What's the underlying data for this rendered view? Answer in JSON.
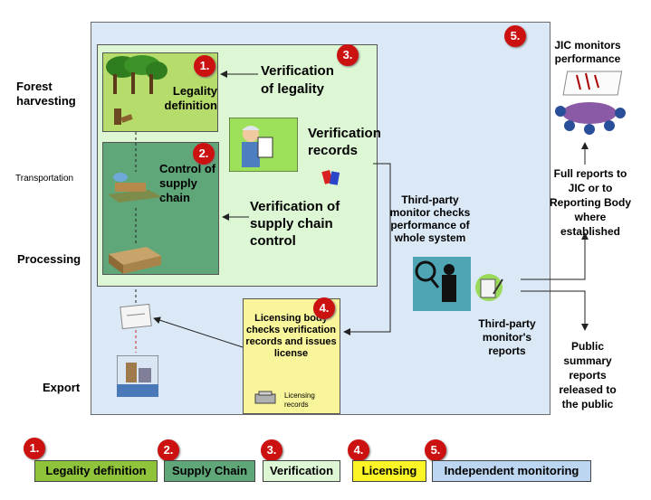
{
  "colors": {
    "monitoring": "#dbe9f7",
    "verification": "#ddf7d4",
    "legality": "#b6dc6b",
    "supply_chain": "#5fa678",
    "licensing": "#f9f59a",
    "badge": "#cc1111"
  },
  "stages": {
    "forest": "Forest harvesting",
    "transport": "Transportation",
    "processing": "Processing",
    "export": "Export"
  },
  "badges": [
    "1.",
    "2.",
    "3.",
    "4.",
    "5."
  ],
  "blocks": {
    "legality": "Legality definition",
    "supply": "Control of supply chain",
    "verif_legality": "Verification of legality",
    "verif_records": "Verification records",
    "verif_supply": "Verification of supply chain control",
    "licensing": "Licensing body checks verification records and issues license",
    "licensing_records": "Licensing records",
    "third_party": "Third-party monitor checks performance of whole system",
    "third_party_reports": "Third-party monitor's reports",
    "jic": "JIC monitors performance",
    "full_reports": "Full reports to JIC or to Reporting Body where established",
    "public": "Public summary reports released to the public"
  },
  "legend": [
    {
      "num": "1.",
      "label": "Legality definition"
    },
    {
      "num": "2.",
      "label": "Supply Chain"
    },
    {
      "num": "3.",
      "label": "Verification"
    },
    {
      "num": "4.",
      "label": "Licensing"
    },
    {
      "num": "5.",
      "label": "Independent monitoring"
    }
  ]
}
